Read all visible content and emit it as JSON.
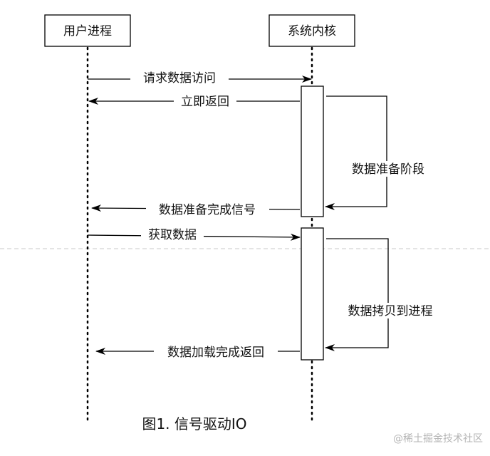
{
  "participants": {
    "user": "用户进程",
    "kernel": "系统内核"
  },
  "messages": {
    "request": "请求数据访问",
    "return_now": "立即返回",
    "ready_signal": "数据准备完成信号",
    "fetch": "获取数据",
    "copy_done": "数据加载完成返回"
  },
  "phases": {
    "prepare": "数据准备阶段",
    "copy": "数据拷贝到进程"
  },
  "caption": "图1. 信号驱动IO",
  "watermark": "@稀土掘金技术社区"
}
